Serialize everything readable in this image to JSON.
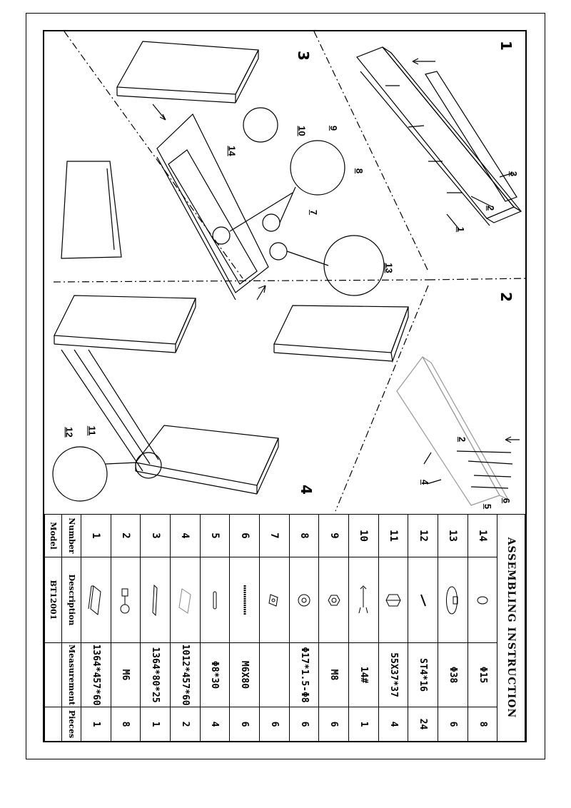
{
  "document": {
    "title": "ASSEMBLING INSTRUCTION",
    "model_label": "Model",
    "model_value": "BT12001",
    "columns": {
      "number": "Number",
      "description": "Description",
      "measurement": "Measurement",
      "pieces": "Pieces"
    }
  },
  "parts": [
    {
      "number": "1",
      "icon": "long-panel-icon",
      "measurement": "1364*457*60",
      "pieces": "1"
    },
    {
      "number": "2",
      "icon": "cam-bolt-icon",
      "measurement": "M6",
      "pieces": "8"
    },
    {
      "number": "3",
      "icon": "rail-bar-icon",
      "measurement": "1364*80*25",
      "pieces": "1"
    },
    {
      "number": "4",
      "icon": "side-panel-icon",
      "measurement": "1012*457*60",
      "pieces": "2"
    },
    {
      "number": "5",
      "icon": "wooden-dowel-icon",
      "measurement": "Φ8*30",
      "pieces": "4"
    },
    {
      "number": "6",
      "icon": "threaded-rod-icon",
      "measurement": "M6X80",
      "pieces": "6"
    },
    {
      "number": "7",
      "icon": "barrel-nut-icon",
      "measurement": "",
      "pieces": "6"
    },
    {
      "number": "8",
      "icon": "washer-icon",
      "measurement": "Φ17*1.5-Φ8",
      "pieces": "6"
    },
    {
      "number": "9",
      "icon": "hex-nut-icon",
      "measurement": "M8",
      "pieces": "6"
    },
    {
      "number": "10",
      "icon": "wrench-icon",
      "measurement": "14#",
      "pieces": "1"
    },
    {
      "number": "11",
      "icon": "corner-bracket-icon",
      "measurement": "55X37*37",
      "pieces": "4"
    },
    {
      "number": "12",
      "icon": "screw-icon",
      "measurement": "ST4*16",
      "pieces": "24"
    },
    {
      "number": "13",
      "icon": "cover-cap-icon",
      "measurement": "Φ38",
      "pieces": "6"
    },
    {
      "number": "14",
      "icon": "small-cap-icon",
      "measurement": "Φ15",
      "pieces": "8"
    }
  ],
  "steps": [
    {
      "label": "1"
    },
    {
      "label": "2"
    },
    {
      "label": "3"
    },
    {
      "label": "4"
    }
  ],
  "callouts": {
    "step1": [
      "1",
      "2",
      "3"
    ],
    "step2": [
      "2",
      "4",
      "5",
      "6"
    ],
    "step3": [
      "7",
      "8",
      "9",
      "10",
      "13",
      "14"
    ],
    "step4": [
      "11",
      "12"
    ]
  }
}
